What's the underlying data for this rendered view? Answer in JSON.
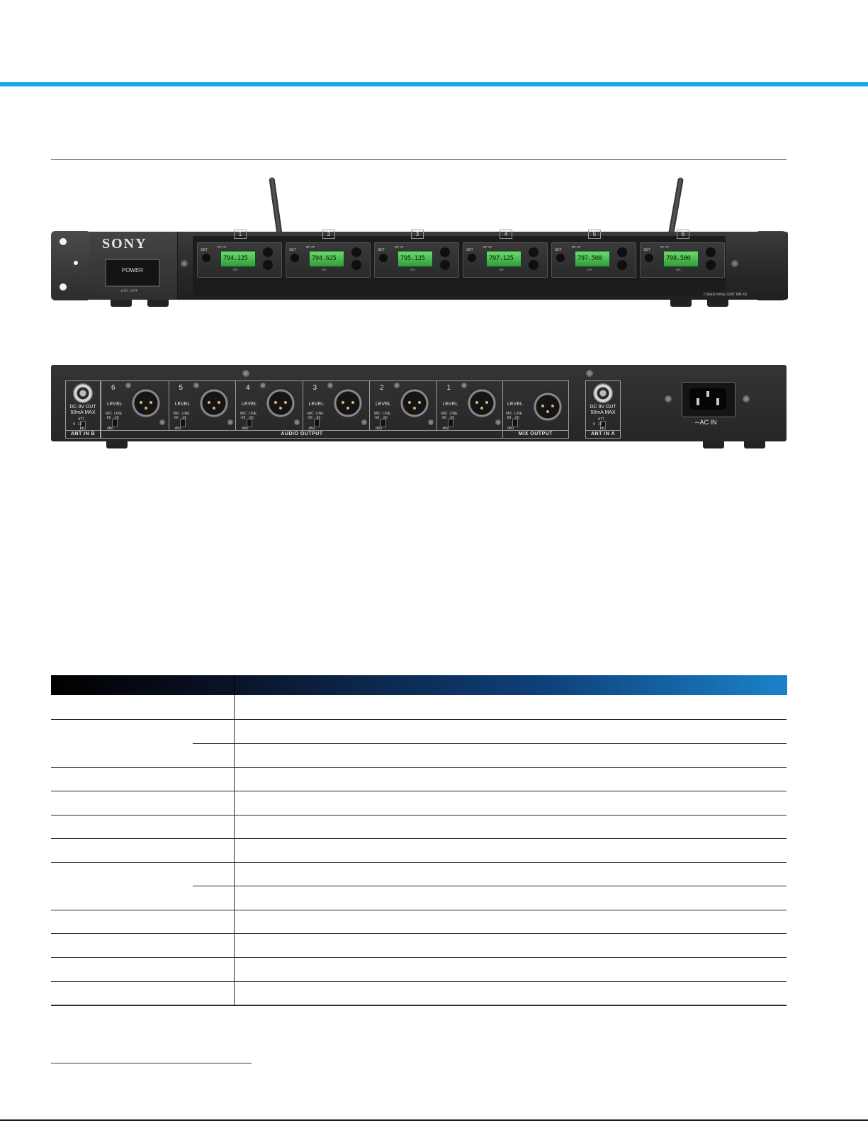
{
  "front_panel": {
    "brand": "SONY",
    "power_label": "POWER",
    "power_sub": "●ON ○OFF",
    "model": "TUNER BASE UNIT MB-X6",
    "slots": [
      {
        "num": "1",
        "lcd": "794.125",
        "set": "SET",
        "rfaf": "RF AF",
        "ch": "CH"
      },
      {
        "num": "2",
        "lcd": "794.625",
        "set": "SET",
        "rfaf": "RF AF",
        "ch": "CH"
      },
      {
        "num": "3",
        "lcd": "795.125",
        "set": "SET",
        "rfaf": "RF AF",
        "ch": "CH"
      },
      {
        "num": "4",
        "lcd": "797.125",
        "set": "SET",
        "rfaf": "RF AF",
        "ch": "CH"
      },
      {
        "num": "5",
        "lcd": "797.500",
        "set": "SET",
        "rfaf": "RF AF",
        "ch": "CH"
      },
      {
        "num": "6",
        "lcd": "798.500",
        "set": "SET",
        "rfaf": "RF AF",
        "ch": "CH"
      }
    ]
  },
  "rear_panel": {
    "dc_out": "DC 9V OUT\n50mA MAX",
    "att": "ATT",
    "att_values": "0   10",
    "db": "dB",
    "ant_in_b": "ANT IN B",
    "ant_in_a": "ANT IN A",
    "audio_output": "AUDIO OUTPUT",
    "mix_output": "MIX OUTPUT",
    "level": "LEVEL",
    "mic_line": "MIC  LINE\n-58   -20",
    "dbu": "dBu",
    "ac_in": "∼AC IN",
    "channels": [
      "6",
      "5",
      "4",
      "3",
      "2",
      "1"
    ]
  }
}
